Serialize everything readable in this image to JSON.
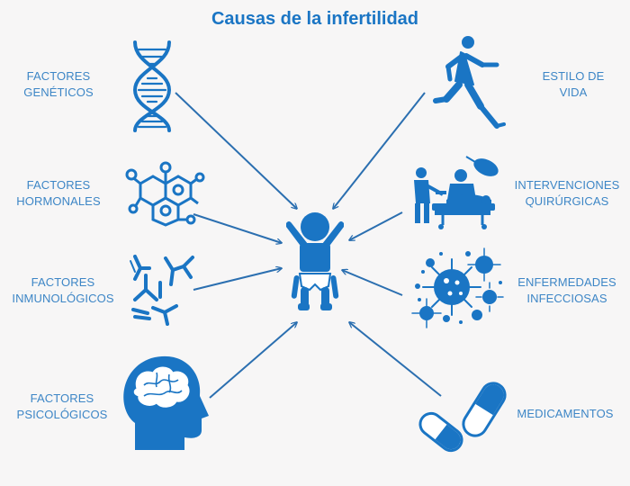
{
  "title": "Causas de la infertilidad",
  "colors": {
    "accent": "#1a75c4",
    "arrow": "#2b6fb0",
    "label": "#3d86c6",
    "background": "#f7f6f6"
  },
  "center": {
    "icon": "baby-icon"
  },
  "causes": [
    {
      "id": "geneticos",
      "label": "FACTORES\nGENÉTICOS",
      "icon": "dna-icon"
    },
    {
      "id": "hormonales",
      "label": "FACTORES\nHORMONALES",
      "icon": "hormone-molecule-icon"
    },
    {
      "id": "inmunologicos",
      "label": "FACTORES\nINMUNOLÓGICOS",
      "icon": "antibodies-icon"
    },
    {
      "id": "psicologicos",
      "label": "FACTORES\nPSICOLÓGICOS",
      "icon": "brain-head-icon"
    },
    {
      "id": "estilo",
      "label": "ESTILO DE\nVIDA",
      "icon": "runner-icon"
    },
    {
      "id": "intervenciones",
      "label": "INTERVENCIONES\nQUIRÚRGICAS",
      "icon": "surgery-icon"
    },
    {
      "id": "enfermedades",
      "label": "ENFERMEDADES\nINFECCIOSAS",
      "icon": "virus-icon"
    },
    {
      "id": "medicamentos",
      "label": "MEDICAMENTOS",
      "icon": "pills-icon"
    }
  ]
}
